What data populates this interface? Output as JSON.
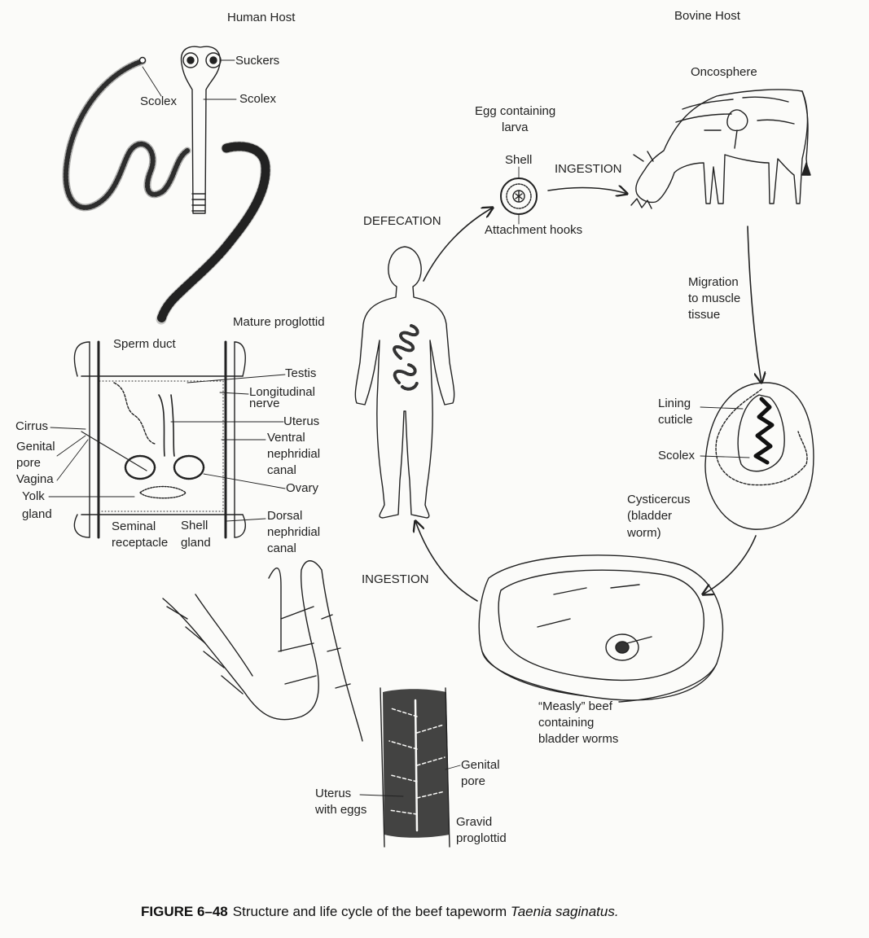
{
  "labels": {
    "human_host": "Human Host",
    "bovine_host": "Bovine Host",
    "suckers": "Suckers",
    "scolex_left": "Scolex",
    "scolex_right": "Scolex",
    "oncosphere": "Oncosphere",
    "egg_containing": "Egg containing",
    "larva": "larva",
    "shell": "Shell",
    "ingestion_top": "INGESTION",
    "attachment_hooks": "Attachment hooks",
    "defecation": "DEFECATION",
    "migration_1": "Migration",
    "migration_2": "to muscle",
    "migration_3": "tissue",
    "mature_proglottid": "Mature proglottid",
    "sperm_duct": "Sperm duct",
    "testis": "Testis",
    "longitudinal": "Longitudinal",
    "nerve": "nerve",
    "uterus": "Uterus",
    "cirrus": "Cirrus",
    "genital_1": "Genital",
    "pore": "pore",
    "vagina": "Vagina",
    "ventral_1": "Ventral",
    "ventral_2": "nephridial",
    "ventral_3": "canal",
    "ovary": "Ovary",
    "yolk": "Yolk",
    "gland": "gland",
    "seminal": "Seminal",
    "receptacle": "receptacle",
    "shell_gland_1": "Shell",
    "shell_gland_2": "gland",
    "dorsal_1": "Dorsal",
    "dorsal_2": "nephridial",
    "dorsal_3": "canal",
    "lining": "Lining",
    "cuticle": "cuticle",
    "scolex_cyst": "Scolex",
    "cysticercus_1": "Cysticercus",
    "cysticercus_2": "(bladder",
    "cysticercus_3": "worm)",
    "ingestion_left": "INGESTION",
    "measly_1": "“Measly” beef",
    "measly_2": "containing",
    "measly_3": "bladder worms",
    "genital_pore_1": "Genital",
    "genital_pore_2": "pore",
    "uterus_eggs_1": "Uterus",
    "uterus_eggs_2": "with eggs",
    "gravid_1": "Gravid",
    "gravid_2": "proglottid"
  },
  "caption": {
    "figure_number": "FIGURE 6–48",
    "text": "Structure and life cycle of the beef tapeworm",
    "species": "Taenia saginatus."
  },
  "colors": {
    "ink": "#222222",
    "paper": "#fbfbf9"
  }
}
